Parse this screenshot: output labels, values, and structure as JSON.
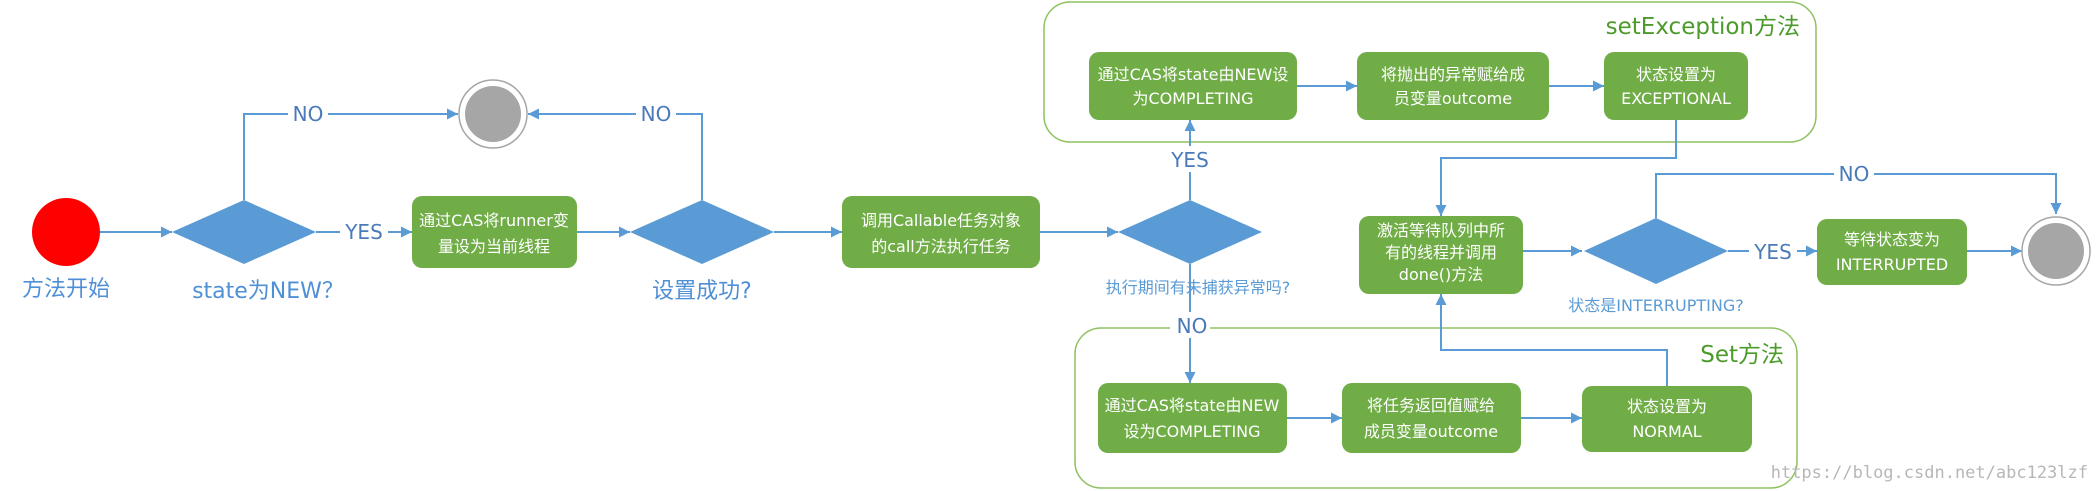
{
  "nodes": {
    "start_label": "方法开始",
    "check_new_label": "state为NEW？",
    "cas_runner": [
      "通过CAS将runner变",
      "量设为当前线程"
    ],
    "set_success_label": "设置成功?",
    "call_task": [
      "调用Callable任务对象",
      "的call方法执行任务"
    ],
    "exception_q_label": "执行期间有未捕获异常吗?",
    "ex_cas": [
      "通过CAS将state由NEW设",
      "为COMPLETING"
    ],
    "ex_assign": [
      "将抛出的异常赋给成",
      "员变量outcome"
    ],
    "ex_state": [
      "状态设置为",
      "EXCEPTIONAL"
    ],
    "set_cas": [
      "通过CAS将state由NEW",
      "设为COMPLETING"
    ],
    "set_assign": [
      "将任务返回值赋给",
      "成员变量outcome"
    ],
    "set_state": [
      "状态设置为",
      "NORMAL"
    ],
    "wake": [
      "激活等待队列中所",
      "有的线程并调用",
      "done()方法"
    ],
    "interrupting_q_label": "状态是INTERRUPTING?",
    "wait_interrupted": [
      "等待状态变为",
      "INTERRUPTED"
    ]
  },
  "groups": {
    "set_exception": "setException方法",
    "set": "Set方法"
  },
  "edge_labels": {
    "no_top_left": "NO",
    "yes_runner": "YES",
    "no_top_mid": "NO",
    "yes_exception": "YES",
    "no_exception": "NO",
    "no_interrupting": "NO",
    "yes_interrupting": "YES"
  },
  "watermark": "https://blog.csdn.net/abc123lzf",
  "colors": {
    "process_fill": "#70ad47",
    "decision_fill": "#5b9bd5",
    "start_fill": "#ff0000",
    "end_fill": "#a6a6a6",
    "arrow": "#5b9bd5",
    "group_border": "#8fc160"
  }
}
